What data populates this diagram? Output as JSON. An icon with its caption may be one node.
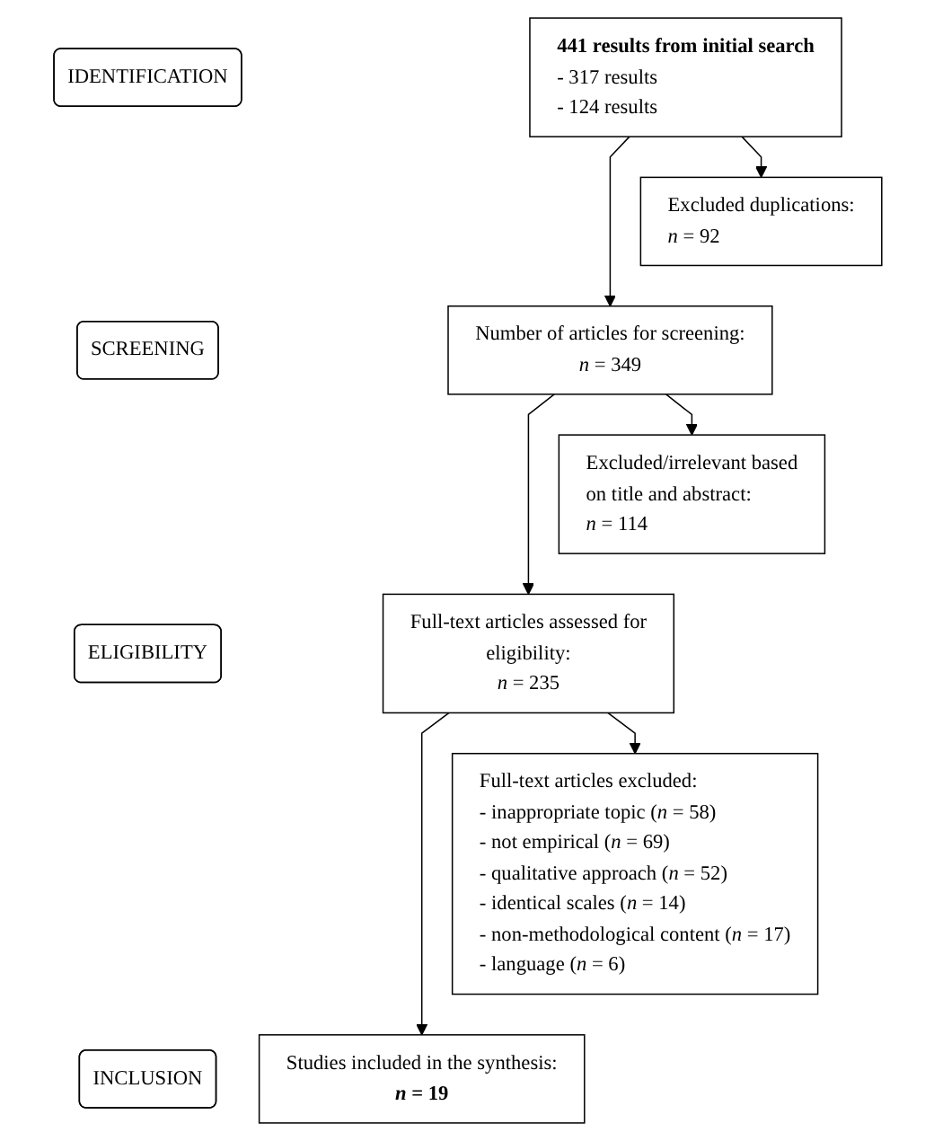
{
  "diagram": {
    "nodes": [
      {
        "text": [
          "IDENTIFICATION"
        ]
      },
      {
        "text": [
          "441 results from initial search",
          "- 317 results",
          "- 124 results"
        ]
      },
      {
        "text": [
          "Excluded duplications:",
          "*n* = 92"
        ]
      },
      {
        "text": [
          "SCREENING"
        ]
      },
      {
        "text": [
          "Number of articles for screening:",
          "*n* = 349"
        ]
      },
      {
        "text": [
          "Excluded/irrelevant based on title and abstract:",
          "*n* = 114"
        ]
      },
      {
        "text": [
          "ELIGIBILITY"
        ]
      },
      {
        "text": [
          "Full-text articles assessed for eligibility:",
          "*n* = 235"
        ]
      },
      {
        "text": [
          "Full-text articles excluded:",
          "- inappropriate topic (*n* = 58)",
          "- not empirical (*n* = 69)",
          "- qualitative approach (*n* = 52)",
          "- identical scales (*n* = 14)",
          "- non-methodological content (*n* = 17)",
          "- language (*n* = 6)"
        ]
      },
      {
        "text": [
          "INCLUSION"
        ]
      },
      {
        "text": [
          "Studies included in the synthesis:",
          "*n* = 19"
        ]
      }
    ],
    "edges": [
      {
        "from": 1,
        "to": 4,
        "arrow": "to"
      },
      {
        "from": 1,
        "to": 2,
        "arrow": "to"
      },
      {
        "from": 4,
        "to": 7,
        "arrow": "to"
      },
      {
        "from": 4,
        "to": 5,
        "arrow": "to"
      },
      {
        "from": 7,
        "to": 10,
        "arrow": "to"
      },
      {
        "from": 7,
        "to": 8,
        "arrow": "to"
      }
    ]
  }
}
